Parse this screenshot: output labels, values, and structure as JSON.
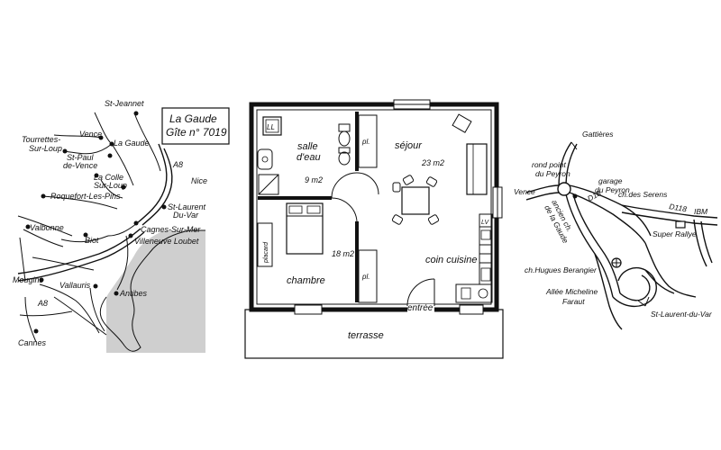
{
  "regional_map": {
    "box_title": "La Gaude",
    "box_subtitle": "Gîte n° 7019",
    "places": {
      "st_jeannet": "St-Jeannet",
      "tourrettes_1": "Tourrettes-",
      "tourrettes_2": "Sur-Loup",
      "vence": "Vence",
      "la_gaude": "La Gaude",
      "st_paul_1": "St-Paul",
      "st_paul_2": "de-Vence",
      "la_colle_1": "La Colle",
      "la_colle_2": "Sur-Loup",
      "a8_east": "A8",
      "nice": "Nice",
      "roquefort": "Roquefort-Les-Pins",
      "st_laurent_1": "St-Laurent",
      "st_laurent_2": "Du-Var",
      "valbonne": "Valbonne",
      "biot": "Biot",
      "cagnes": "Cagnes-Sur-Mer",
      "villeneuve": "Villeneuve Loubet",
      "mougins": "Mougins",
      "vallauris": "Vallauris",
      "antibes": "Antibes",
      "a8_west": "A8",
      "cannes": "Cannes"
    }
  },
  "floor_plan": {
    "rooms": {
      "salle_1": "salle",
      "salle_2": "d'eau",
      "salle_area": "9 m2",
      "sejour": "séjour",
      "sejour_area": "23 m2",
      "chambre": "chambre",
      "chambre_area": "18 m2",
      "coin_cuisine": "coin cuisine",
      "entree": "entrée",
      "terrasse": "terrasse"
    },
    "fixtures": {
      "ll": "LL",
      "lv": "LV",
      "pl_top": "pl.",
      "pl_bottom": "pl.",
      "placard": "placard"
    }
  },
  "local_map": {
    "labels": {
      "gattieres": "Gattières",
      "rond_point_1": "rond point",
      "rond_point_2": "du Peyron",
      "garage_1": "garage",
      "garage_2": "du Peyron",
      "vence": "Vence",
      "d18": "D18",
      "ch_serens": "ch.des Serens",
      "d118": "D118",
      "ancien_1": "ancien ch.",
      "ancien_2": "de la Gaude",
      "ibm": "IBM",
      "super_rallye": "Super Rallye",
      "ch_hugues": "ch.Hugues Berangier",
      "allee_1": "Allée Micheline",
      "allee_2": "Faraut",
      "st_laurent": "St-Laurent-du-Var"
    }
  }
}
